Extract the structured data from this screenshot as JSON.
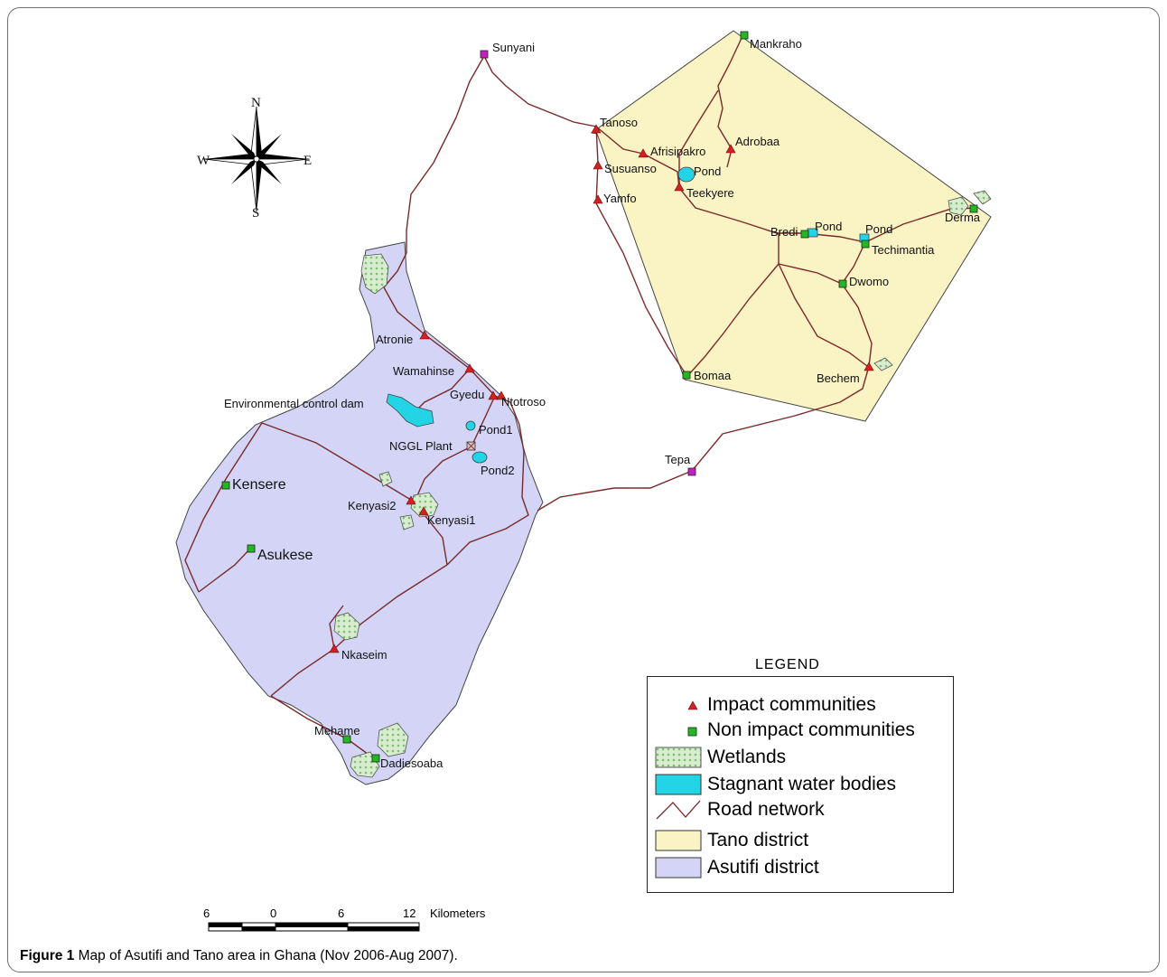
{
  "figure": {
    "caption_label": "Figure 1",
    "caption_text": "Map of Asutifi and Tano area in Ghana (Nov 2006-Aug 2007)."
  },
  "compass": {
    "north": "N",
    "south": "S",
    "east": "E",
    "west": "W"
  },
  "legend": {
    "title": "LEGEND",
    "items": [
      {
        "label": "Impact communities",
        "symbol": "red-triangle",
        "color": "#d42020"
      },
      {
        "label": "Non impact communities",
        "symbol": "green-square",
        "color": "#22b822"
      },
      {
        "label": "Wetlands",
        "symbol": "wetland-pattern",
        "color": "#b9dfb0"
      },
      {
        "label": "Stagnant water bodies",
        "symbol": "water-fill",
        "color": "#22d4e6"
      },
      {
        "label": "Road network",
        "symbol": "road-line",
        "color": "#7a2a2a"
      },
      {
        "label": "Tano district",
        "symbol": "tano-fill",
        "color": "#faf3c4"
      },
      {
        "label": "Asutifi district",
        "symbol": "asutifi-fill",
        "color": "#d3d4f6"
      }
    ]
  },
  "scale_bar": {
    "ticks": [
      "6",
      "0",
      "6",
      "12"
    ],
    "unit": "Kilometers"
  },
  "places": {
    "sunyani": "Sunyani",
    "tepa": "Tepa",
    "mankraho": "Mankraho",
    "tanoso": "Tanoso",
    "afrisipakro": "Afrisipakro",
    "adrobaa": "Adrobaa",
    "susuanso": "Susuanso",
    "pond_tano": "Pond",
    "teekyere": "Teekyere",
    "yamfo": "Yamfo",
    "bredi": "Bredi",
    "pond_bredi": "Pond",
    "pond_techimantia": "Pond",
    "techimantia": "Techimantia",
    "derma": "Derma",
    "dwomo": "Dwomo",
    "bomaa": "Bomaa",
    "bechem": "Bechem",
    "atronie": "Atronie",
    "wamahinse": "Wamahinse",
    "gyedu": "Gyedu",
    "ntotroso": "Ntotroso",
    "env_dam": "Environmental control dam",
    "pond1": "Pond1",
    "nggl_plant": "NGGL Plant",
    "pond2": "Pond2",
    "kensere": "Kensere",
    "kenyasi2": "Kenyasi2",
    "kenyasi1": "Kenyasi1",
    "asukese": "Asukese",
    "nkaseim": "Nkaseim",
    "mehame": "Mehame",
    "dadiesoaba": "Dadiesoaba"
  }
}
